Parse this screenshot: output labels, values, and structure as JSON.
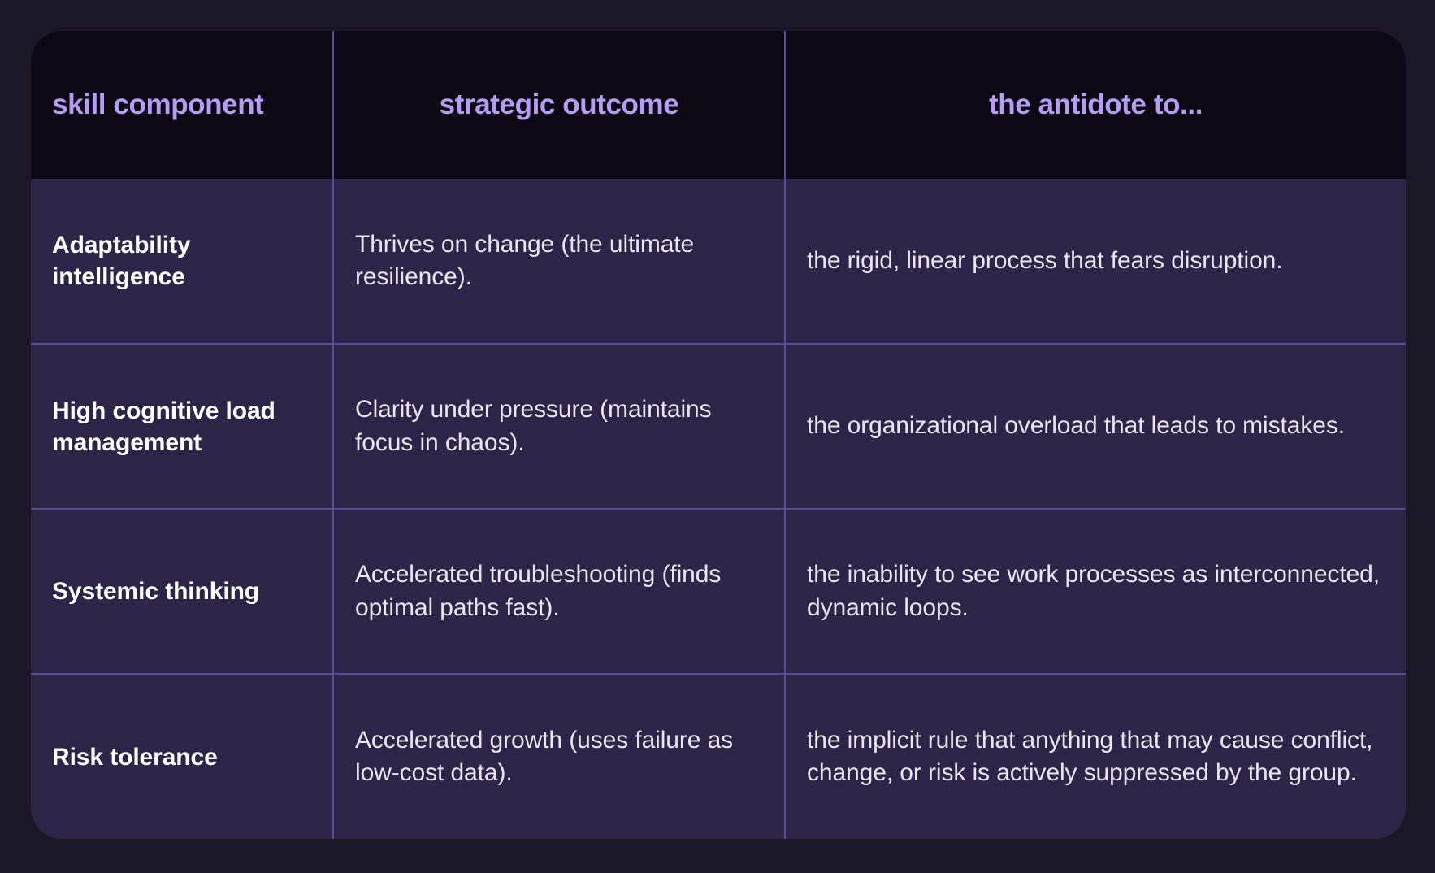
{
  "page": {
    "background_color": "#1a1726",
    "card_background_color": "#2d2547",
    "header_background_color": "#0c0914",
    "header_text_color": "#b79cf5",
    "border_color": "#5c4b96",
    "skill_text_color": "#ffffff",
    "body_text_color": "#e9e6f2"
  },
  "table": {
    "headers": [
      {
        "label": "skill component",
        "align": "left"
      },
      {
        "label": "strategic outcome",
        "align": "center"
      },
      {
        "label": "the antidote to...",
        "align": "center"
      }
    ],
    "rows": [
      {
        "skill": "Adaptability intelligence",
        "outcome": "Thrives on change (the ultimate resilience).",
        "antidote": "the rigid, linear process that fears disruption."
      },
      {
        "skill": "High cognitive load management",
        "outcome": "Clarity under pressure (maintains focus in chaos).",
        "antidote": "the organizational overload that leads to mistakes."
      },
      {
        "skill": "Systemic thinking",
        "outcome": "Accelerated troubleshooting (finds optimal paths fast).",
        "antidote": "the inability to see work processes as interconnected, dynamic loops."
      },
      {
        "skill": "Risk tolerance",
        "outcome": "Accelerated growth (uses failure as low-cost data).",
        "antidote": "the implicit rule that anything that may cause conflict, change, or risk is actively suppressed by the group."
      }
    ]
  }
}
